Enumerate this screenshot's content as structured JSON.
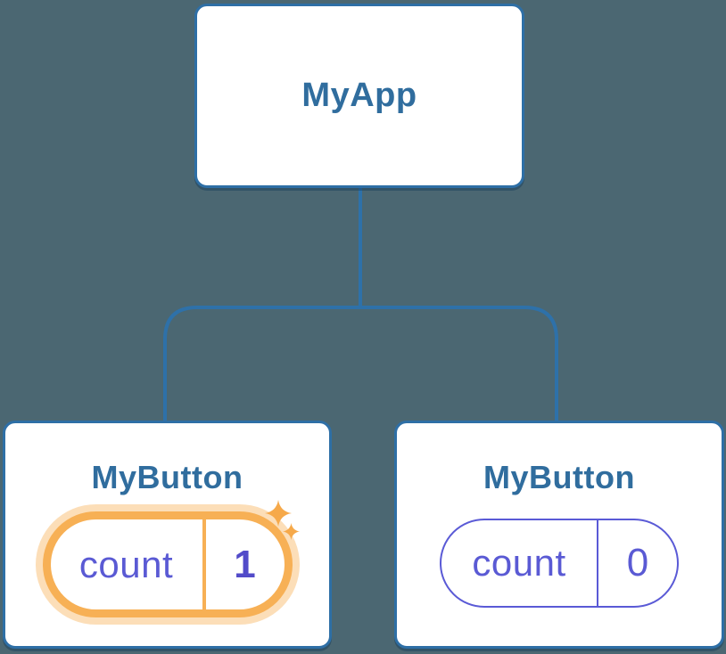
{
  "colors": {
    "background": "#4b6772",
    "card_background": "#ffffff",
    "card_border": "#2e6fa6",
    "connector_line": "#2e71a9",
    "title_text": "#306d9e",
    "state_text_purple": "#5a5ad4",
    "state_pill_border_purple": "#5a5ad6",
    "state_value_bold_purple": "#524bc9",
    "highlight_orange": "#f7b055",
    "highlight_halo": "rgba(247,176,85,0.42)",
    "sparkle_orange": "#f6a94a"
  },
  "tree": {
    "root": {
      "title": "MyApp"
    },
    "children": [
      {
        "title": "MyButton",
        "state_label": "count",
        "state_value": "1",
        "highlighted": true,
        "icon": "sparkles-icon"
      },
      {
        "title": "MyButton",
        "state_label": "count",
        "state_value": "0",
        "highlighted": false
      }
    ]
  }
}
